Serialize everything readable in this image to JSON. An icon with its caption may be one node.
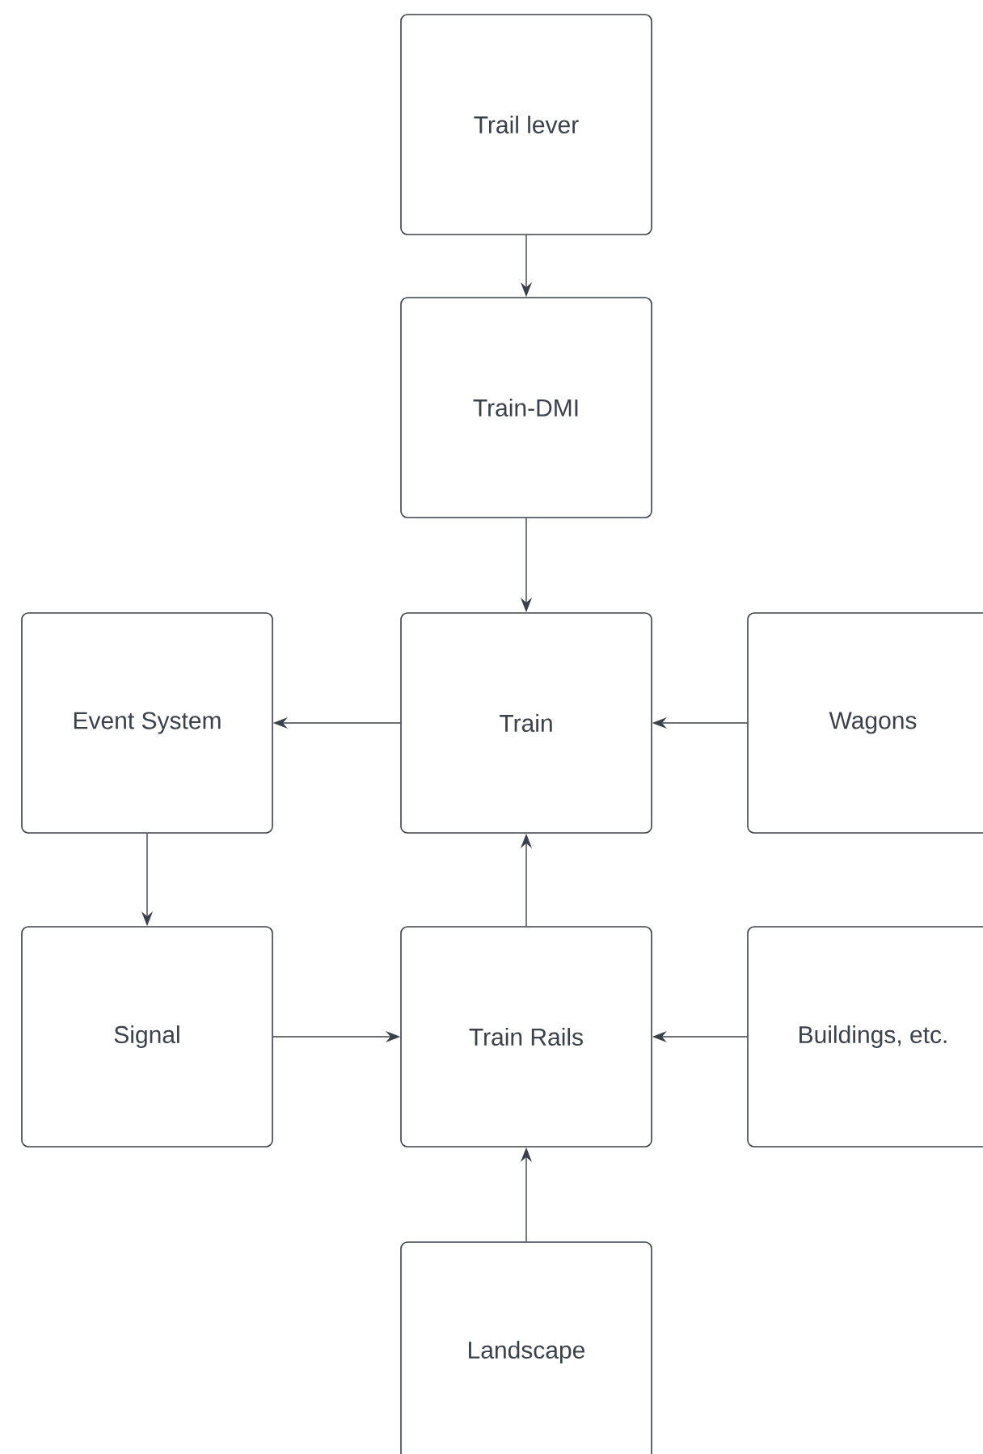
{
  "diagram": {
    "nodes": [
      {
        "text": [
          "Trail lever"
        ]
      },
      {
        "text": [
          "Train-DMI"
        ]
      },
      {
        "text": [
          "Event System"
        ]
      },
      {
        "text": [
          "Train"
        ]
      },
      {
        "text": [
          "Wagons"
        ]
      },
      {
        "text": [
          "Signal"
        ]
      },
      {
        "text": [
          "Train Rails"
        ]
      },
      {
        "text": [
          "Buildings, etc."
        ]
      },
      {
        "text": [
          "Landscape"
        ]
      }
    ],
    "edges": [
      {
        "from": 0,
        "to": 1,
        "arrow": "to"
      },
      {
        "from": 1,
        "to": 3,
        "arrow": "to"
      },
      {
        "from": 3,
        "to": 2,
        "arrow": "to"
      },
      {
        "from": 4,
        "to": 3,
        "arrow": "to"
      },
      {
        "from": 2,
        "to": 5,
        "arrow": "to"
      },
      {
        "from": 6,
        "to": 3,
        "arrow": "to"
      },
      {
        "from": 5,
        "to": 6,
        "arrow": "to"
      },
      {
        "from": 7,
        "to": 6,
        "arrow": "to"
      },
      {
        "from": 8,
        "to": 6,
        "arrow": "to"
      }
    ]
  }
}
